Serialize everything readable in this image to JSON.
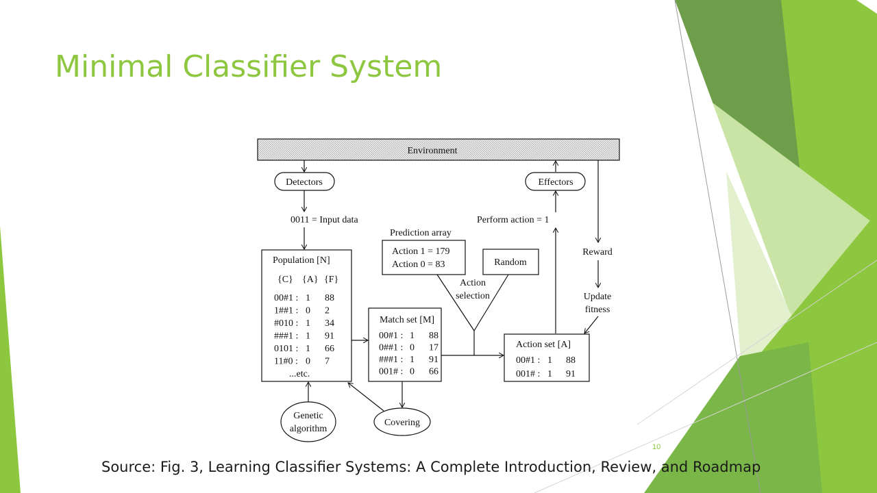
{
  "slide": {
    "title": "Minimal Classifier System",
    "slide_number": "10",
    "source_caption": "Source: Fig. 3, Learning Classifier Systems: A Complete Introduction, Review, and Roadmap",
    "accent_color": "#8dc63f"
  },
  "diagram": {
    "environment": "Environment",
    "detectors": "Detectors",
    "effectors": "Effectors",
    "input_data": "0011 = Input data",
    "perform_action": "Perform action = 1",
    "reward": "Reward",
    "update_fitness": [
      "Update",
      "fitness"
    ],
    "prediction_array": {
      "label": "Prediction array",
      "lines": [
        "Action 1 = 179",
        "Action 0 = 83"
      ]
    },
    "random": "Random",
    "action_selection": [
      "Action",
      "selection"
    ],
    "population": {
      "title": "Population [N]",
      "header": [
        "{C}",
        "{A}",
        "{F}"
      ],
      "rows": [
        [
          "00#1 :",
          "1",
          "88"
        ],
        [
          "1##1 :",
          "0",
          "2"
        ],
        [
          "#010 :",
          "1",
          "34"
        ],
        [
          "###1 :",
          "1",
          "91"
        ],
        [
          "0101 :",
          "1",
          "66"
        ],
        [
          "11#0 :",
          "0",
          "7"
        ]
      ],
      "footer": "...etc."
    },
    "match_set": {
      "title": "Match set [M]",
      "rows": [
        [
          "00#1 :",
          "1",
          "88"
        ],
        [
          "0##1 :",
          "0",
          "17"
        ],
        [
          "###1 :",
          "1",
          "91"
        ],
        [
          "001# :",
          "0",
          "66"
        ]
      ]
    },
    "action_set": {
      "title": "Action set [A]",
      "rows": [
        [
          "00#1 :",
          "1",
          "88"
        ],
        [
          "001# :",
          "1",
          "91"
        ]
      ]
    },
    "genetic_algorithm": [
      "Genetic",
      "algorithm"
    ],
    "covering": "Covering"
  }
}
